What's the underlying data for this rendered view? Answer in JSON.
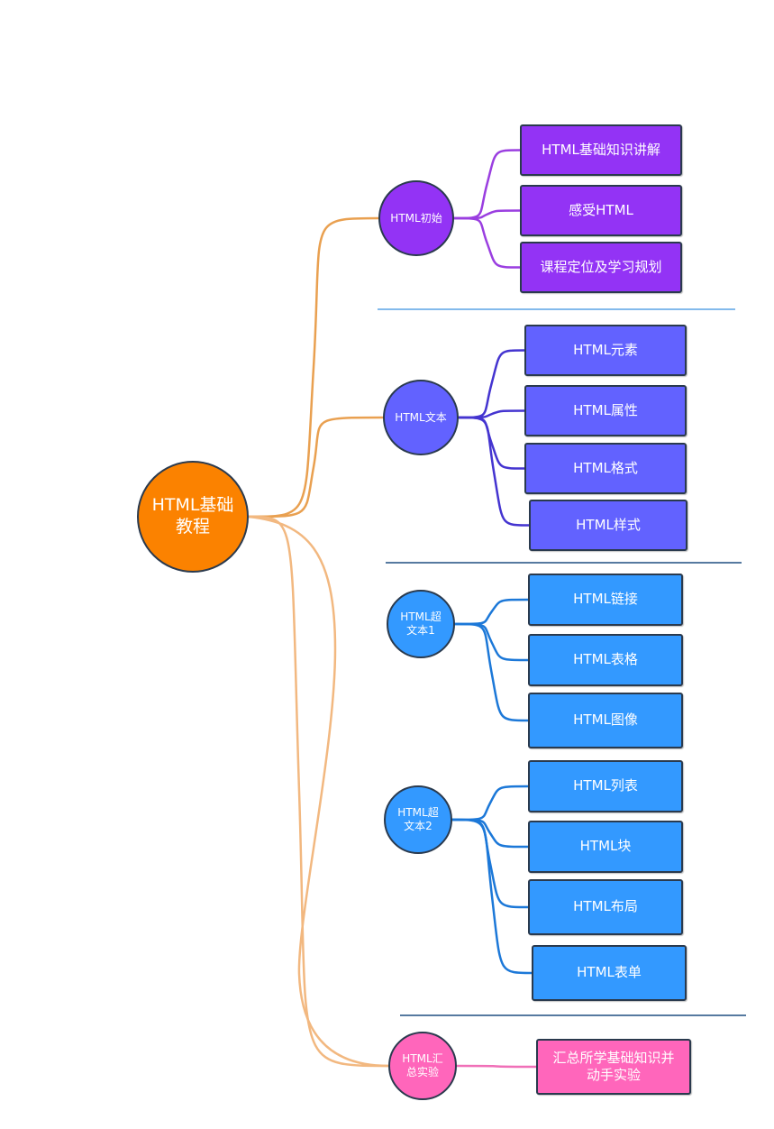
{
  "root": {
    "label": "HTML基础\n教程",
    "color": "#fb8200"
  },
  "colors": {
    "root_to_top": "#e9a050",
    "root_to_bottom": "#f2b880",
    "purple": "#9333f5",
    "purple_line": "#9a3ee0",
    "indigo": "#6262ff",
    "indigo_line": "#4434d0",
    "blue": "#3399ff",
    "blue_line": "#1c78d8",
    "pink": "#ff66bb",
    "pink_line": "#f070b8",
    "separator_top": "#5aa4e6",
    "separator": "#1f4e80"
  },
  "branches": [
    {
      "id": "initial",
      "label": "HTML初始",
      "color_key": "purple",
      "children": [
        "HTML基础知识讲解",
        "感受HTML",
        "课程定位及学习规划"
      ]
    },
    {
      "id": "text",
      "label": "HTML文本",
      "color_key": "indigo",
      "children": [
        "HTML元素",
        "HTML属性",
        "HTML格式",
        "HTML样式"
      ]
    },
    {
      "id": "hypertext1",
      "label": "HTML超\n文本1",
      "color_key": "blue",
      "children": [
        "HTML链接",
        "HTML表格",
        "HTML图像"
      ]
    },
    {
      "id": "hypertext2",
      "label": "HTML超\n文本2",
      "color_key": "blue",
      "children": [
        "HTML列表",
        "HTML块",
        "HTML布局",
        "HTML表单"
      ]
    },
    {
      "id": "summary",
      "label": "HTML汇\n总实验",
      "color_key": "pink",
      "children": [
        "汇总所学基础知识并\n动手实验"
      ]
    }
  ]
}
